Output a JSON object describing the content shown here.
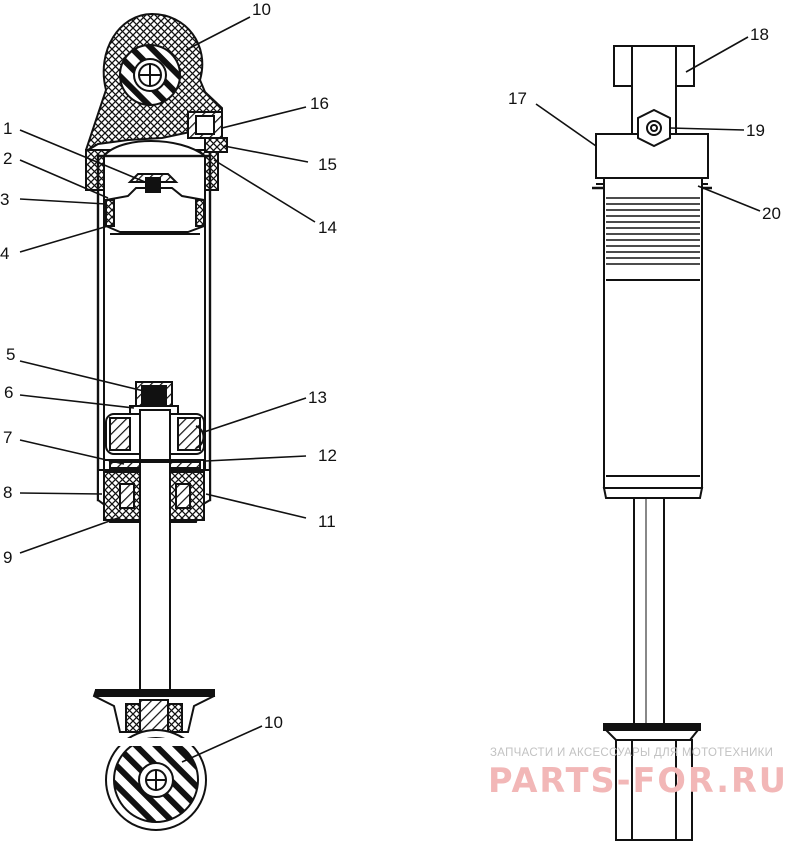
{
  "callouts": {
    "c1": "1",
    "c2": "2",
    "c3": "3",
    "c4": "4",
    "c5": "5",
    "c6": "6",
    "c7": "7",
    "c8": "8",
    "c9": "9",
    "c10_top": "10",
    "c10_bottom": "10",
    "c11": "11",
    "c12": "12",
    "c13": "13",
    "c14": "14",
    "c15": "15",
    "c16": "16",
    "c17": "17",
    "c18": "18",
    "c19": "19",
    "c20": "20"
  },
  "watermark": {
    "tagline": "ЗАПЧАСТИ И АКСЕССУАРЫ ДЛЯ МОТОТЕХНИКИ",
    "brand": "PARTS-FOR.RU"
  },
  "colors": {
    "line": "#111111",
    "watermark_text": "#f2b7b7",
    "watermark_tagline": "#c2c2c2"
  }
}
